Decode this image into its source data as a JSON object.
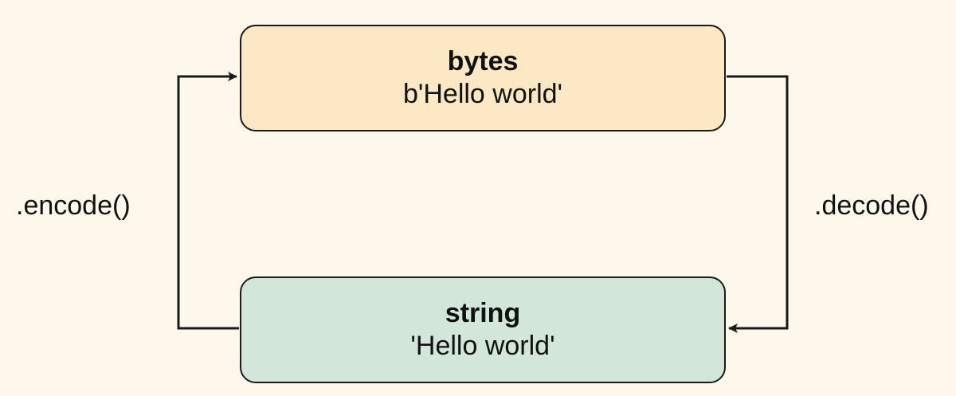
{
  "nodes": {
    "bytes": {
      "title": "bytes",
      "value": "b'Hello world'",
      "fill": "#fde8c5"
    },
    "string": {
      "title": "string",
      "value": "'Hello world'",
      "fill": "#d2e6da"
    }
  },
  "edges": {
    "encode": {
      "label": ".encode()",
      "from": "string",
      "to": "bytes"
    },
    "decode": {
      "label": ".decode()",
      "from": "bytes",
      "to": "string"
    }
  },
  "colors": {
    "background": "#fef7ec",
    "stroke": "#1a1a1a"
  }
}
